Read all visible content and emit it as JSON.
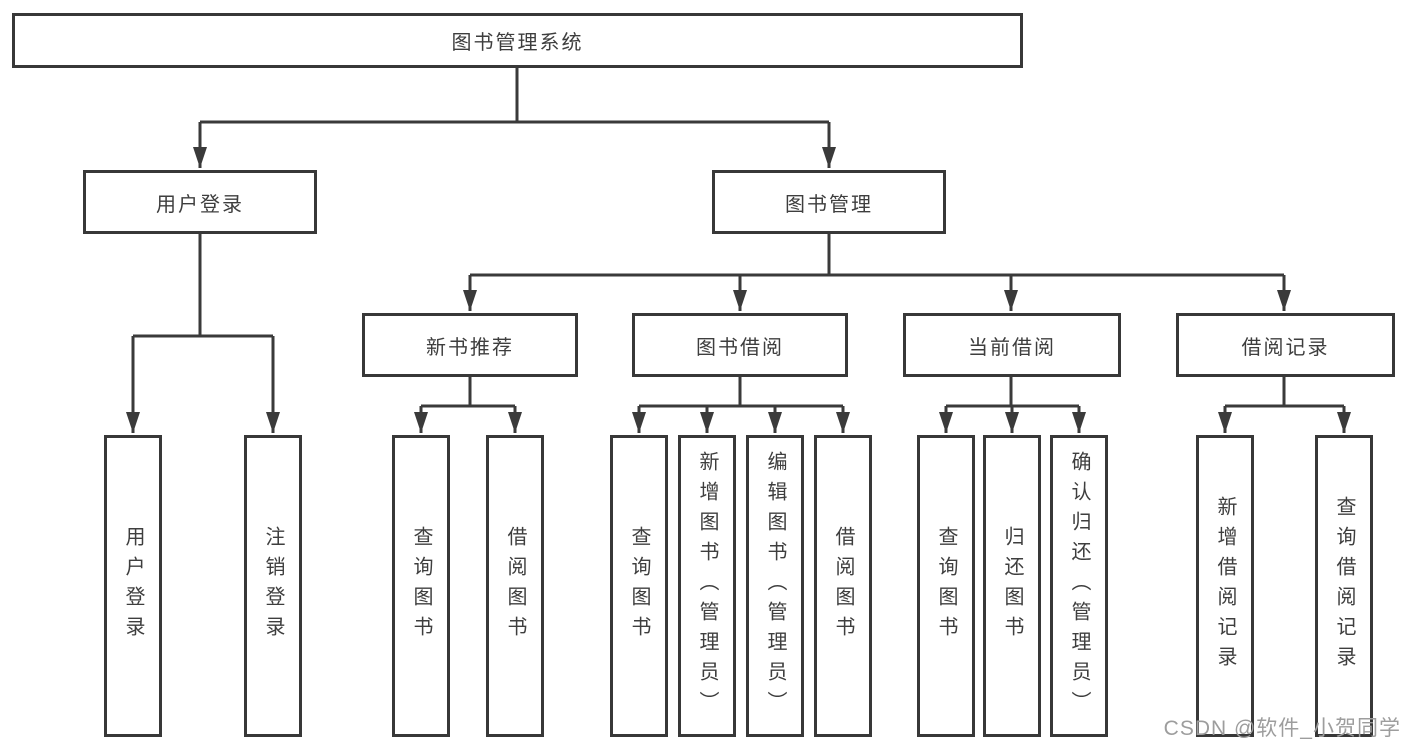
{
  "diagram": {
    "root": {
      "label": "图书管理系统"
    },
    "branches": [
      {
        "label": "用户登录",
        "children": [
          {
            "label": "用户登录"
          },
          {
            "label": "注销登录"
          }
        ]
      },
      {
        "label": "图书管理",
        "children": [
          {
            "label": "新书推荐",
            "children": [
              {
                "label": "查询图书"
              },
              {
                "label": "借阅图书"
              }
            ]
          },
          {
            "label": "图书借阅",
            "children": [
              {
                "label": "查询图书"
              },
              {
                "label": "新增图书（管理员）"
              },
              {
                "label": "编辑图书（管理员）"
              },
              {
                "label": "借阅图书"
              }
            ]
          },
          {
            "label": "当前借阅",
            "children": [
              {
                "label": "查询图书"
              },
              {
                "label": "归还图书"
              },
              {
                "label": "确认归还（管理员）"
              }
            ]
          },
          {
            "label": "借阅记录",
            "children": [
              {
                "label": "新增借阅记录"
              },
              {
                "label": "查询借阅记录"
              }
            ]
          }
        ]
      }
    ]
  },
  "watermark": {
    "text": "CSDN @软件_小贺同学"
  },
  "colors": {
    "line": "#3a3a3a",
    "box_border": "#383838",
    "text": "#3e3e3e",
    "watermark": "#9d9d9d",
    "background": "#ffffff"
  }
}
